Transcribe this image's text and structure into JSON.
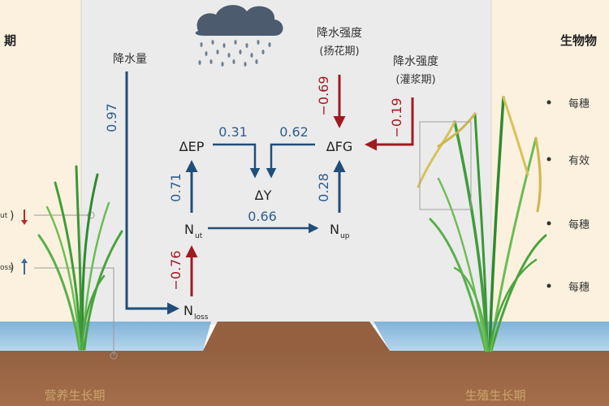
{
  "left_panel": {
    "title_fragment": "期",
    "arrow_down_color": "#b3282d",
    "arrow_up_color": "#3b6a9a",
    "items": [
      {
        "sub": "ut",
        "arrow": "down"
      },
      {
        "sub": "oss",
        "arrow": "up"
      }
    ],
    "stage_label": "营养生长期"
  },
  "right_panel": {
    "title_fragment": "生物物",
    "bullets": [
      "每穗",
      "有效",
      "每穗",
      "每穗"
    ],
    "stage_label": "生殖生长期"
  },
  "diagram": {
    "precip_label": "降水量",
    "precip_flowering_label_l1": "降水强度",
    "precip_flowering_label_l2": "(扬花期)",
    "precip_filling_label_l1": "降水强度",
    "precip_filling_label_l2": "(灌浆期)",
    "nodes": {
      "dEP": "ΔEP",
      "dFG": "ΔFG",
      "dY": "ΔY",
      "N_main": "N",
      "N_ut_sub": "ut",
      "N_up_sub": "up",
      "N_loss_sub": "loss"
    },
    "coefficients": {
      "precip_to_nloss": "0.97",
      "dEP_to_Y": "0.31",
      "dFG_to_Y": "0.62",
      "flowering_to_FG": "−0.69",
      "filling_to_FG": "−0.19",
      "nut_to_EP": "0.71",
      "nup_to_FG": "0.28",
      "nut_to_nup": "0.66",
      "nloss_to_nut": "−0.76"
    },
    "colors": {
      "positive": "#1f4e79",
      "negative": "#9e1b22",
      "coef_positive_text": "#2e5d8f",
      "coef_negative_text": "#9e1b22"
    }
  }
}
